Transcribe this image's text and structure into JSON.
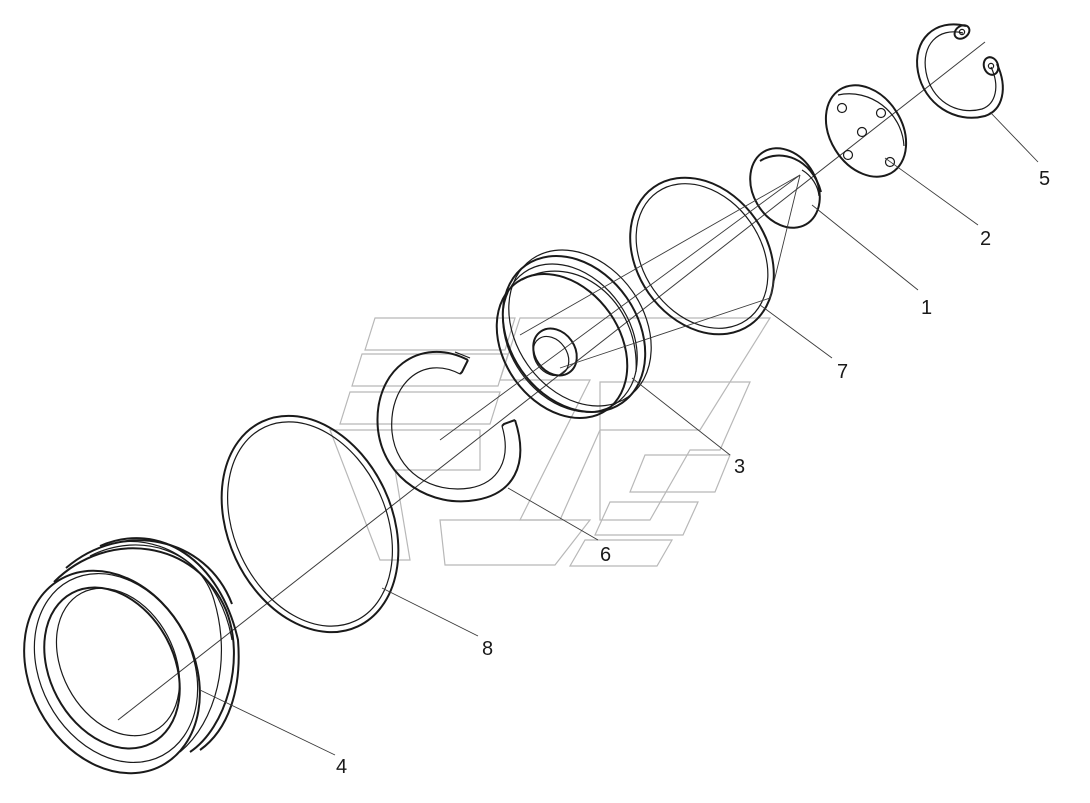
{
  "diagram": {
    "callouts": [
      {
        "id": "5",
        "label": "5"
      },
      {
        "id": "2",
        "label": "2"
      },
      {
        "id": "1",
        "label": "1"
      },
      {
        "id": "7",
        "label": "7"
      },
      {
        "id": "3",
        "label": "3"
      },
      {
        "id": "6",
        "label": "6"
      },
      {
        "id": "8",
        "label": "8"
      },
      {
        "id": "4",
        "label": "4"
      }
    ],
    "colors": {
      "line": "#1a1a1a",
      "leader": "#3a3a3a",
      "watermark": "#b8b8b8",
      "background": "#ffffff"
    }
  }
}
